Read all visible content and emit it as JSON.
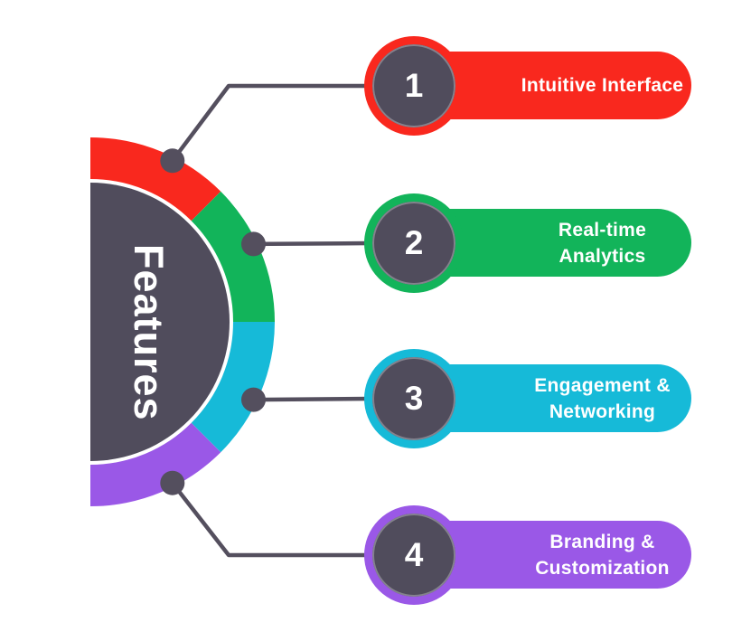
{
  "title": "Features",
  "colors": {
    "red": "#F9281E",
    "green": "#12B45A",
    "cyan": "#16BAD8",
    "purple": "#9A58E7",
    "dark_slate": "#504C5C",
    "connector": "#544F5E",
    "background": "#FFFFFF",
    "text_on_color": "#FFFFFF"
  },
  "features": [
    {
      "number": "1",
      "label": "Intuitive Interface",
      "color": "#F9281E"
    },
    {
      "number": "2",
      "label": "Real-time Analytics",
      "color": "#12B45A"
    },
    {
      "number": "3",
      "label": "Engagement & Networking",
      "color": "#16BAD8"
    },
    {
      "number": "4",
      "label": "Branding & Customization",
      "color": "#9A58E7"
    }
  ]
}
